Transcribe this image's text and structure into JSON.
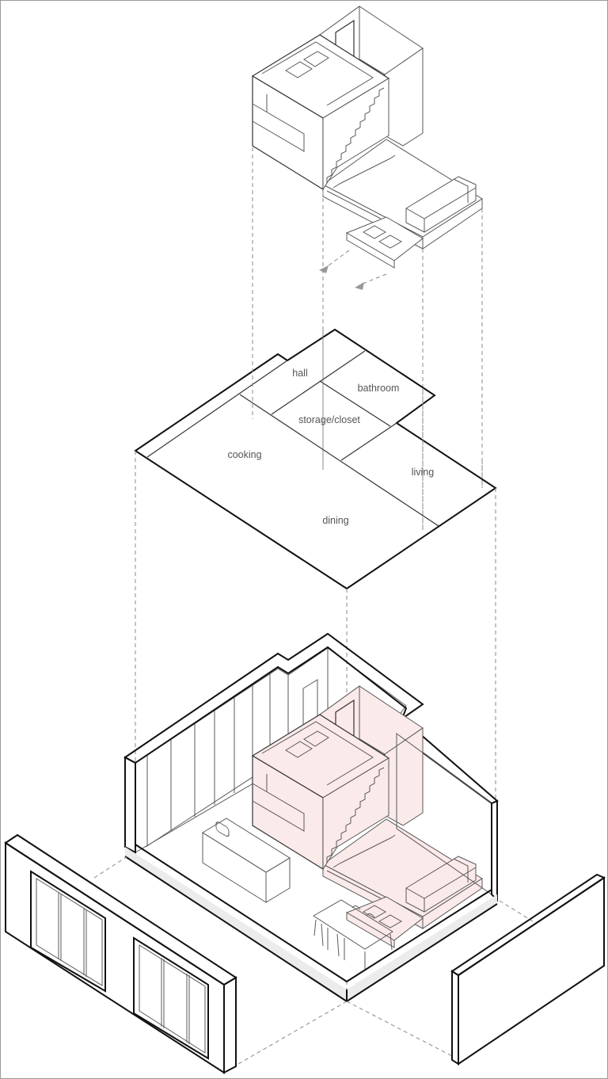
{
  "plan_labels": [
    {
      "id": "hall",
      "text": "hall"
    },
    {
      "id": "bathroom",
      "text": "bathroom"
    },
    {
      "id": "storage",
      "text": "storage/closet"
    },
    {
      "id": "cooking",
      "text": "cooking"
    },
    {
      "id": "living",
      "text": "living"
    },
    {
      "id": "dining",
      "text": "dining"
    }
  ],
  "colors": {
    "module_fill_lower": "#fbeaea",
    "wall_band": "#ececec",
    "line": "#111111"
  },
  "icons": [
    "arrow-down-left-icon",
    "arrow-down-left-icon"
  ]
}
